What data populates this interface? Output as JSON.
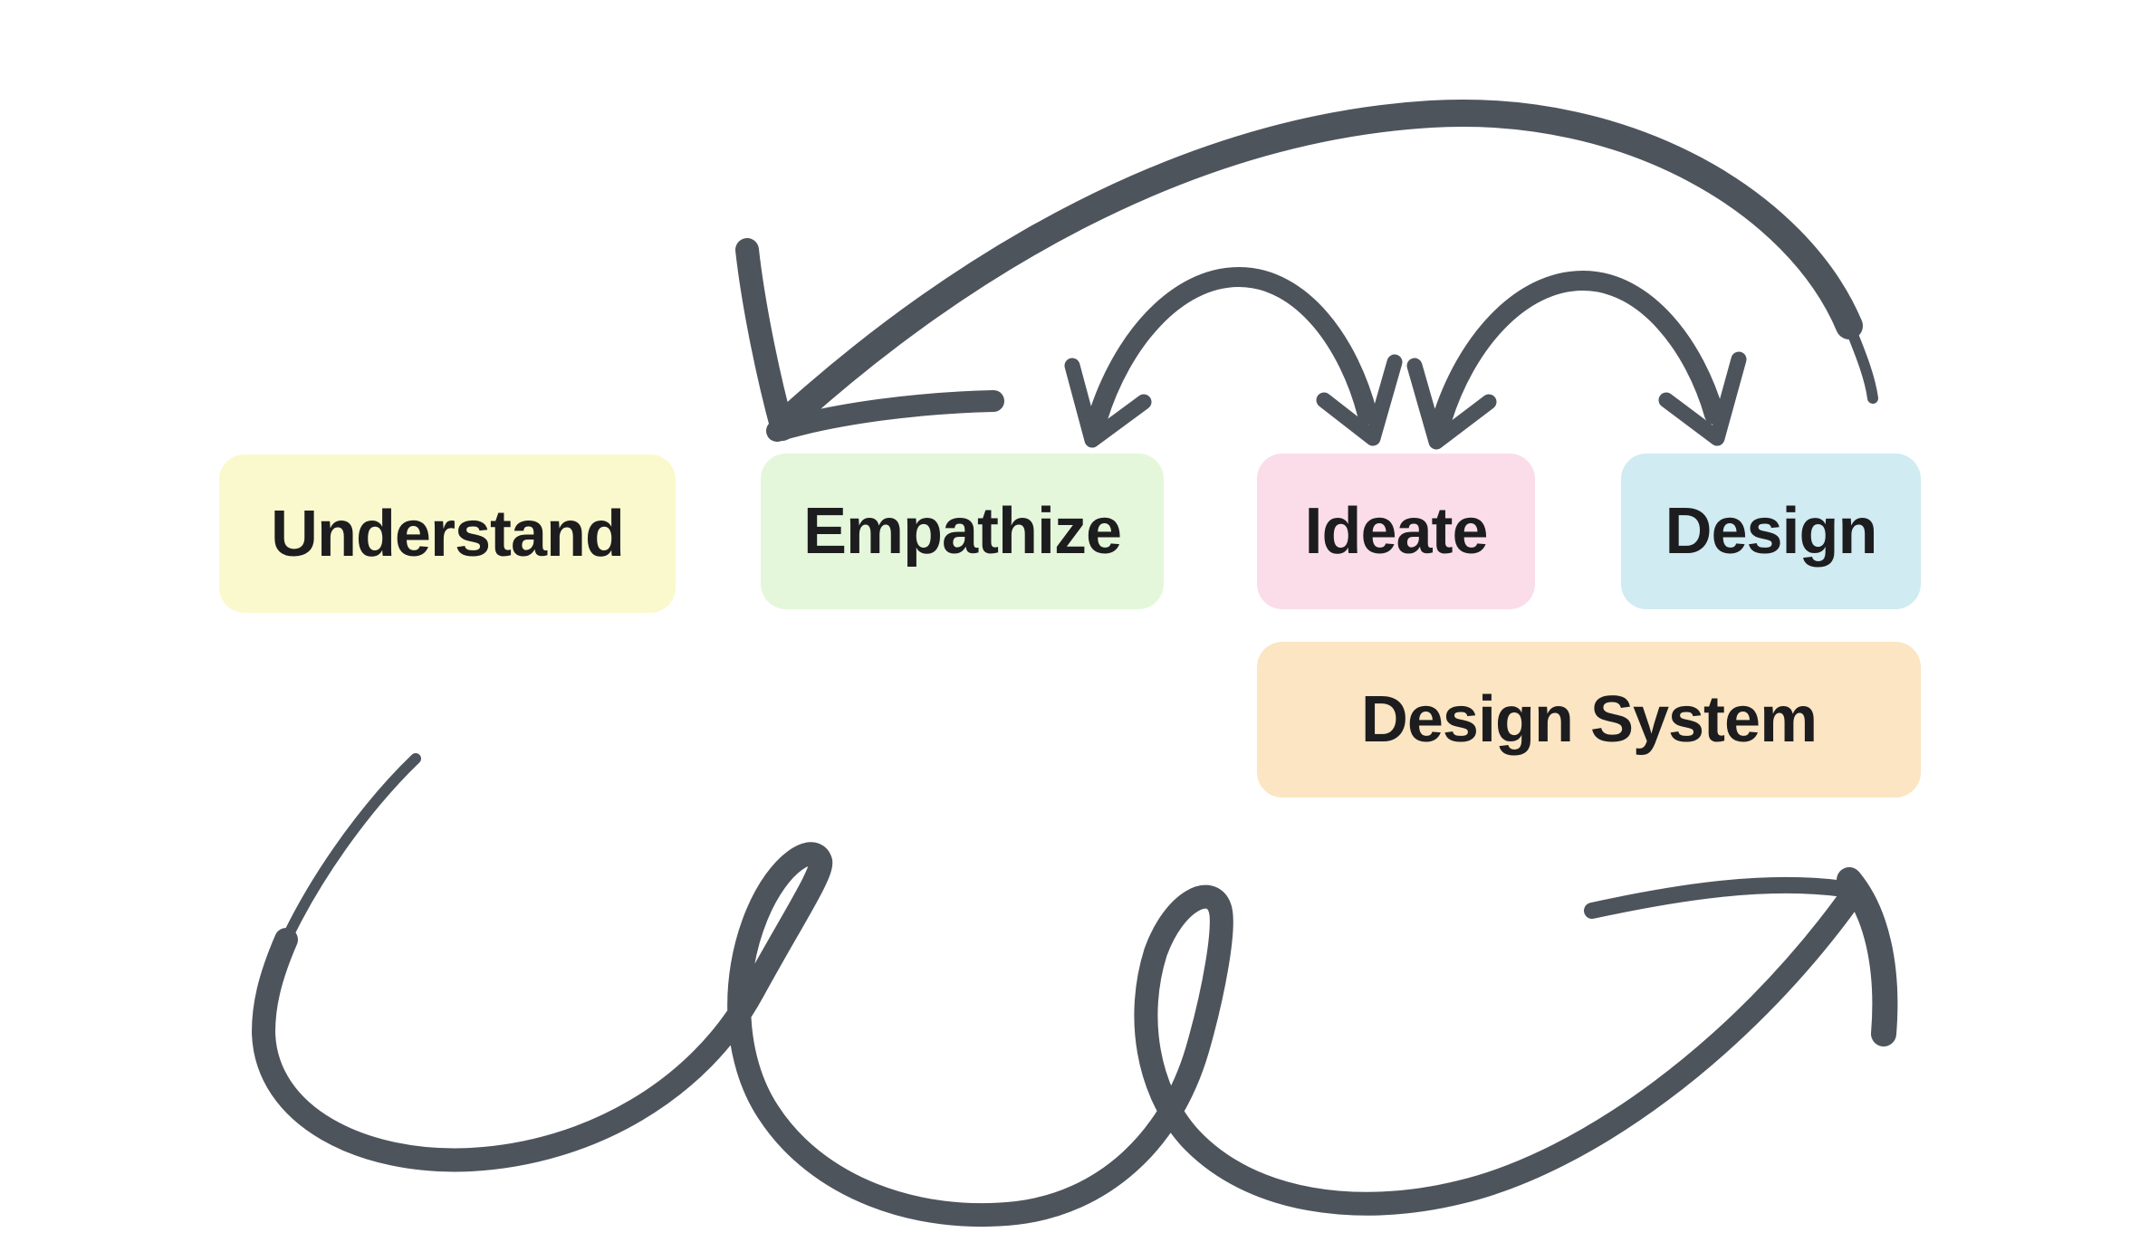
{
  "diagram": {
    "background_color": "#FFFFFF",
    "stroke_color": "#4E545C",
    "text_color": "#1D1D1F",
    "nodes": [
      {
        "id": "understand",
        "label": "Understand",
        "bg": "#FAF9CE"
      },
      {
        "id": "empathize",
        "label": "Empathize",
        "bg": "#E4F7DB"
      },
      {
        "id": "ideate",
        "label": "Ideate",
        "bg": "#FADDE8"
      },
      {
        "id": "design",
        "label": "Design",
        "bg": "#D0EBF2"
      },
      {
        "id": "design_system",
        "label": "Design System",
        "bg": "#FBE5C2"
      }
    ],
    "connections": [
      {
        "from": "design",
        "to": "empathize",
        "shape": "large-overhead-arc",
        "arrowheads": "single-at-empathize"
      },
      {
        "from": "empathize",
        "to": "ideate",
        "shape": "small-arc",
        "arrowheads": "both-ends-down"
      },
      {
        "from": "ideate",
        "to": "design",
        "shape": "small-arc",
        "arrowheads": "both-ends-down"
      },
      {
        "from": "bottom-left",
        "to": "bottom-right",
        "shape": "double-loop-scribble",
        "arrowheads": "single-up-right"
      }
    ]
  }
}
